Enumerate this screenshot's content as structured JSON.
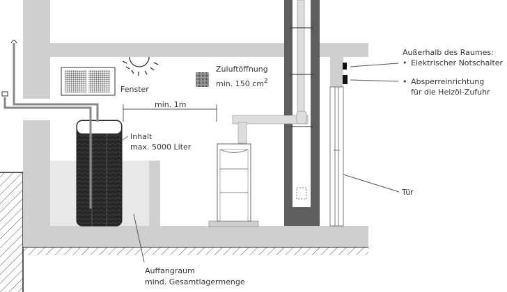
{
  "labels": {
    "fenster": "Fenster",
    "zuluft_line1": "Zuluftöffnung",
    "zuluft_line2": "min. 150 cm",
    "zuluft_sup": "2",
    "distance": "min. 1m",
    "inhalt_line1": "Inhalt",
    "inhalt_line2": "max. 5000 Liter",
    "auffang_line1": "Auffangraum",
    "auffang_line2": "mind. Gesamtlagermenge",
    "tuer": "Tür",
    "ausserhalb_title": "Außerhalb des Raumes:",
    "notschalter": "Elektrischer Notschalter",
    "absperr_line1": "Absperreinrichtung",
    "absperr_line2": "für die Heizöl-Zufuhr",
    "bullet": "•"
  },
  "colors": {
    "wall": "#cfcfcf",
    "chimney": "#5e5e5e",
    "tank": "#2a2a2a",
    "basin": "#e8e8e8"
  }
}
